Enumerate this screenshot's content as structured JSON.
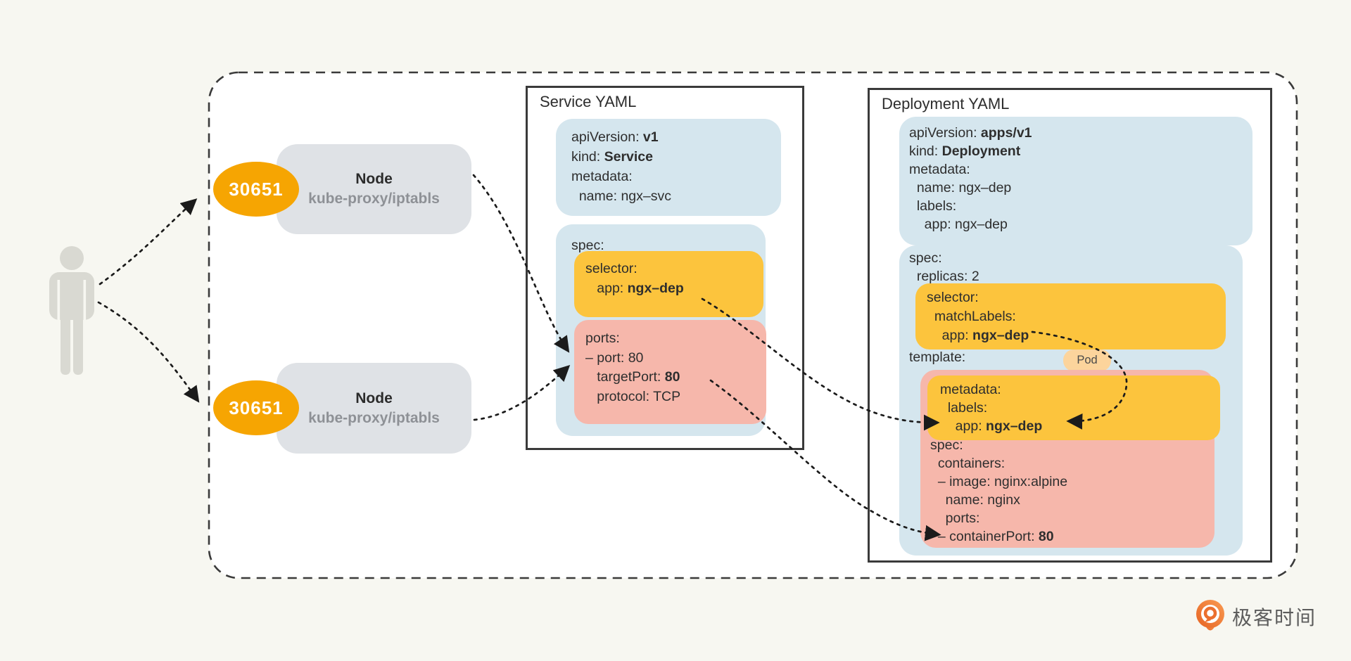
{
  "colors": {
    "page_bg": "#f7f7f1",
    "canvas_bg": "#ffffff",
    "border_dark": "#3a3a3a",
    "blue_box": "#d5e6ee",
    "yellow_box": "#fcc43d",
    "pink_box": "#f6b7ab",
    "pod_tag_bg": "#fcd49c",
    "node_badge_orange": "#f6a502",
    "node_box_gray": "#dfe2e6",
    "person_gray": "#d9d9d2",
    "logo_orange": "#ed7140"
  },
  "nodes": [
    {
      "badge": "30651",
      "title": "Node",
      "subtitle": "kube-proxy/iptabls"
    },
    {
      "badge": "30651",
      "title": "Node",
      "subtitle": "kube-proxy/iptabls"
    }
  ],
  "service_yaml": {
    "title": "Service YAML",
    "meta_lines": [
      [
        {
          "t": "apiVersion: "
        },
        {
          "t": "v1",
          "b": true
        }
      ],
      [
        {
          "t": "kind: "
        },
        {
          "t": "Service",
          "b": true
        }
      ],
      [
        {
          "t": "metadata:"
        }
      ],
      [
        {
          "t": "  name: ngx–svc"
        }
      ]
    ],
    "spec_label_lines": [
      [
        {
          "t": "spec:"
        }
      ]
    ],
    "selector_lines": [
      [
        {
          "t": "selector:"
        }
      ],
      [
        {
          "t": "   app: "
        },
        {
          "t": "ngx–dep",
          "b": true
        }
      ]
    ],
    "ports_lines": [
      [
        {
          "t": "ports:"
        }
      ],
      [
        {
          "t": "– port: 80"
        }
      ],
      [
        {
          "t": "   targetPort: "
        },
        {
          "t": "80",
          "b": true
        }
      ],
      [
        {
          "t": "   protocol: TCP"
        }
      ]
    ]
  },
  "deployment_yaml": {
    "title": "Deployment YAML",
    "meta_lines": [
      [
        {
          "t": "apiVersion: "
        },
        {
          "t": "apps/v1",
          "b": true
        }
      ],
      [
        {
          "t": "kind: "
        },
        {
          "t": "Deployment",
          "b": true
        }
      ],
      [
        {
          "t": "metadata:"
        }
      ],
      [
        {
          "t": "  name: ngx–dep"
        }
      ],
      [
        {
          "t": "  labels:"
        }
      ],
      [
        {
          "t": "    app: ngx–dep"
        }
      ]
    ],
    "spec_head_lines": [
      [
        {
          "t": "spec:"
        }
      ],
      [
        {
          "t": "  replicas: 2"
        }
      ]
    ],
    "selector_lines": [
      [
        {
          "t": "selector:"
        }
      ],
      [
        {
          "t": "  matchLabels:"
        }
      ],
      [
        {
          "t": "    app: "
        },
        {
          "t": "ngx–dep",
          "b": true
        }
      ]
    ],
    "template_label_lines": [
      [
        {
          "t": "template:"
        }
      ]
    ],
    "pod_tag": "Pod",
    "pod_meta_lines": [
      [
        {
          "t": "metadata:"
        }
      ],
      [
        {
          "t": "  labels:"
        }
      ],
      [
        {
          "t": "    app: "
        },
        {
          "t": "ngx–dep",
          "b": true
        }
      ]
    ],
    "pod_spec_lines": [
      [
        {
          "t": "spec:"
        }
      ],
      [
        {
          "t": "  containers:"
        }
      ],
      [
        {
          "t": "  – image: nginx:alpine"
        }
      ],
      [
        {
          "t": "    name: nginx"
        }
      ],
      [
        {
          "t": "    ports:"
        }
      ],
      [
        {
          "t": "  – containerPort: "
        },
        {
          "t": "80",
          "b": true
        }
      ]
    ]
  },
  "branding": {
    "logo_text": "极客时间"
  }
}
